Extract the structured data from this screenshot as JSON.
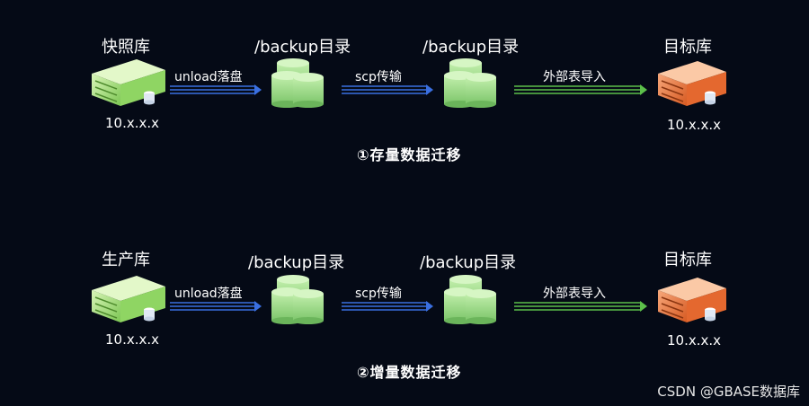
{
  "rows": [
    {
      "source": {
        "title": "快照库",
        "ip": "10.x.x.x"
      },
      "mid1": {
        "title": "/backup目录"
      },
      "mid2": {
        "title": "/backup目录"
      },
      "target": {
        "title": "目标库",
        "ip": "10.x.x.x"
      },
      "arrows": {
        "a1": "unload落盘",
        "a2": "scp传输",
        "a3": "外部表导入"
      },
      "caption": "①存量数据迁移"
    },
    {
      "source": {
        "title": "生产库",
        "ip": "10.x.x.x"
      },
      "mid1": {
        "title": "/backup目录"
      },
      "mid2": {
        "title": "/backup目录"
      },
      "target": {
        "title": "目标库",
        "ip": "10.x.x.x"
      },
      "arrows": {
        "a1": "unload落盘",
        "a2": "scp传输",
        "a3": "外部表导入"
      },
      "caption": "②增量数据迁移"
    }
  ],
  "colors": {
    "background": "#050a16",
    "source_server": "#a8e080",
    "target_server": "#e8743c",
    "blue_arrow": "#3a6fe0",
    "green_arrow": "#5cc04a",
    "disk": "#9ad38a"
  },
  "icons": {
    "source": "green-server-icon",
    "disk": "database-disk-icon",
    "target": "orange-server-icon"
  },
  "watermark": "CSDN @GBASE数据库"
}
